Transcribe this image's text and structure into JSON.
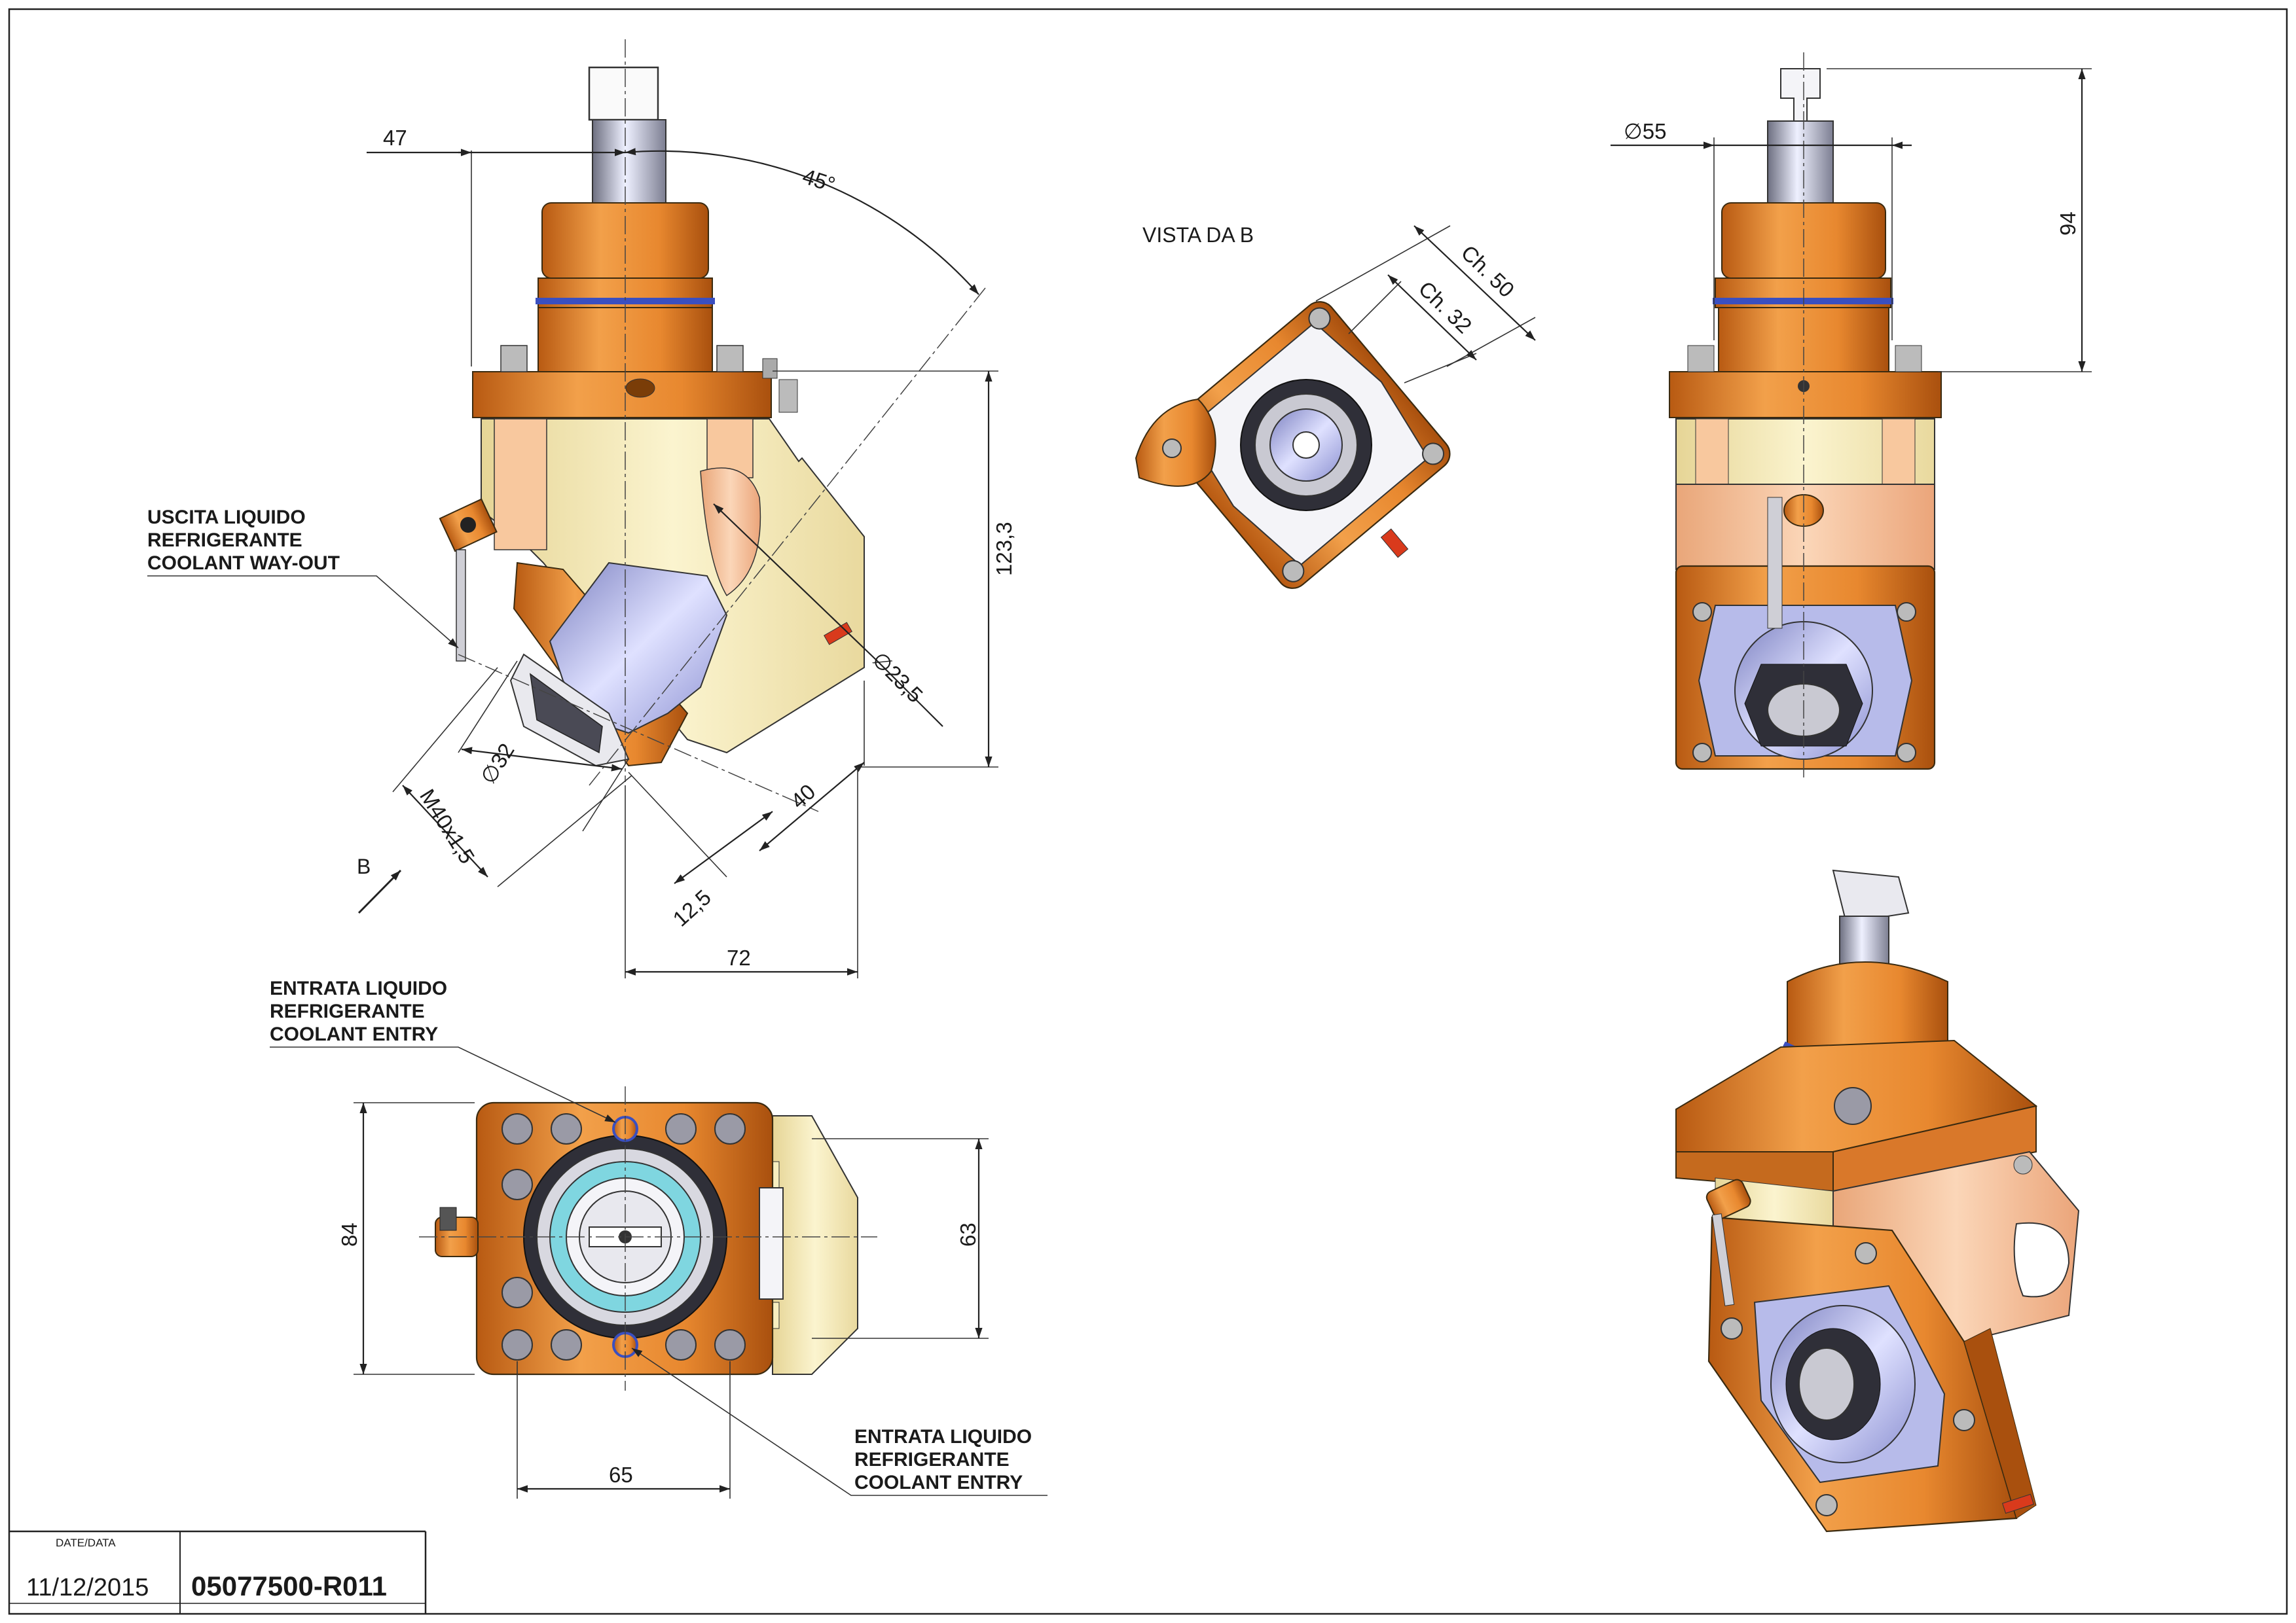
{
  "colors": {
    "orange": "#e8882f",
    "orange_dark": "#b85a12",
    "cream": "#f7efc0",
    "cream_dark": "#e6d596",
    "salmon": "#f6c09a",
    "lavender": "#aeb3e3",
    "steel": "#c9c9d2",
    "dark": "#4a4a55",
    "cyan": "#7fd6e0",
    "blue_ring": "#3a4fc0",
    "line": "#222222"
  },
  "icons": [
    "direction-arrow-icon"
  ],
  "views": {
    "main_dims": {
      "d47": "47",
      "angle": "45°",
      "d123": "123,3",
      "d23": "∅23,5",
      "d32": "∅32",
      "thread": "M40x1,5",
      "d40": "40",
      "d12": "12,5",
      "d72": "72"
    },
    "vista": {
      "title": "VISTA DA B",
      "ch50": "Ch. 50",
      "ch32": "Ch. 32"
    },
    "side_dims": {
      "d55": "∅55",
      "d94": "94"
    },
    "bottom_dims": {
      "d84": "84",
      "d63": "63",
      "d65": "65"
    },
    "direction_label": "B"
  },
  "callouts": {
    "outlet": [
      "USCITA LIQUIDO",
      "REFRIGERANTE",
      "COOLANT WAY-OUT"
    ],
    "entry_top": [
      "ENTRATA LIQUIDO",
      "REFRIGERANTE",
      "COOLANT ENTRY"
    ],
    "entry_bottom": [
      "ENTRATA LIQUIDO",
      "REFRIGERANTE",
      "COOLANT ENTRY"
    ]
  },
  "title_block": {
    "date_label": "DATE/DATA",
    "date": "11/12/2015",
    "code": "05077500-R011"
  }
}
